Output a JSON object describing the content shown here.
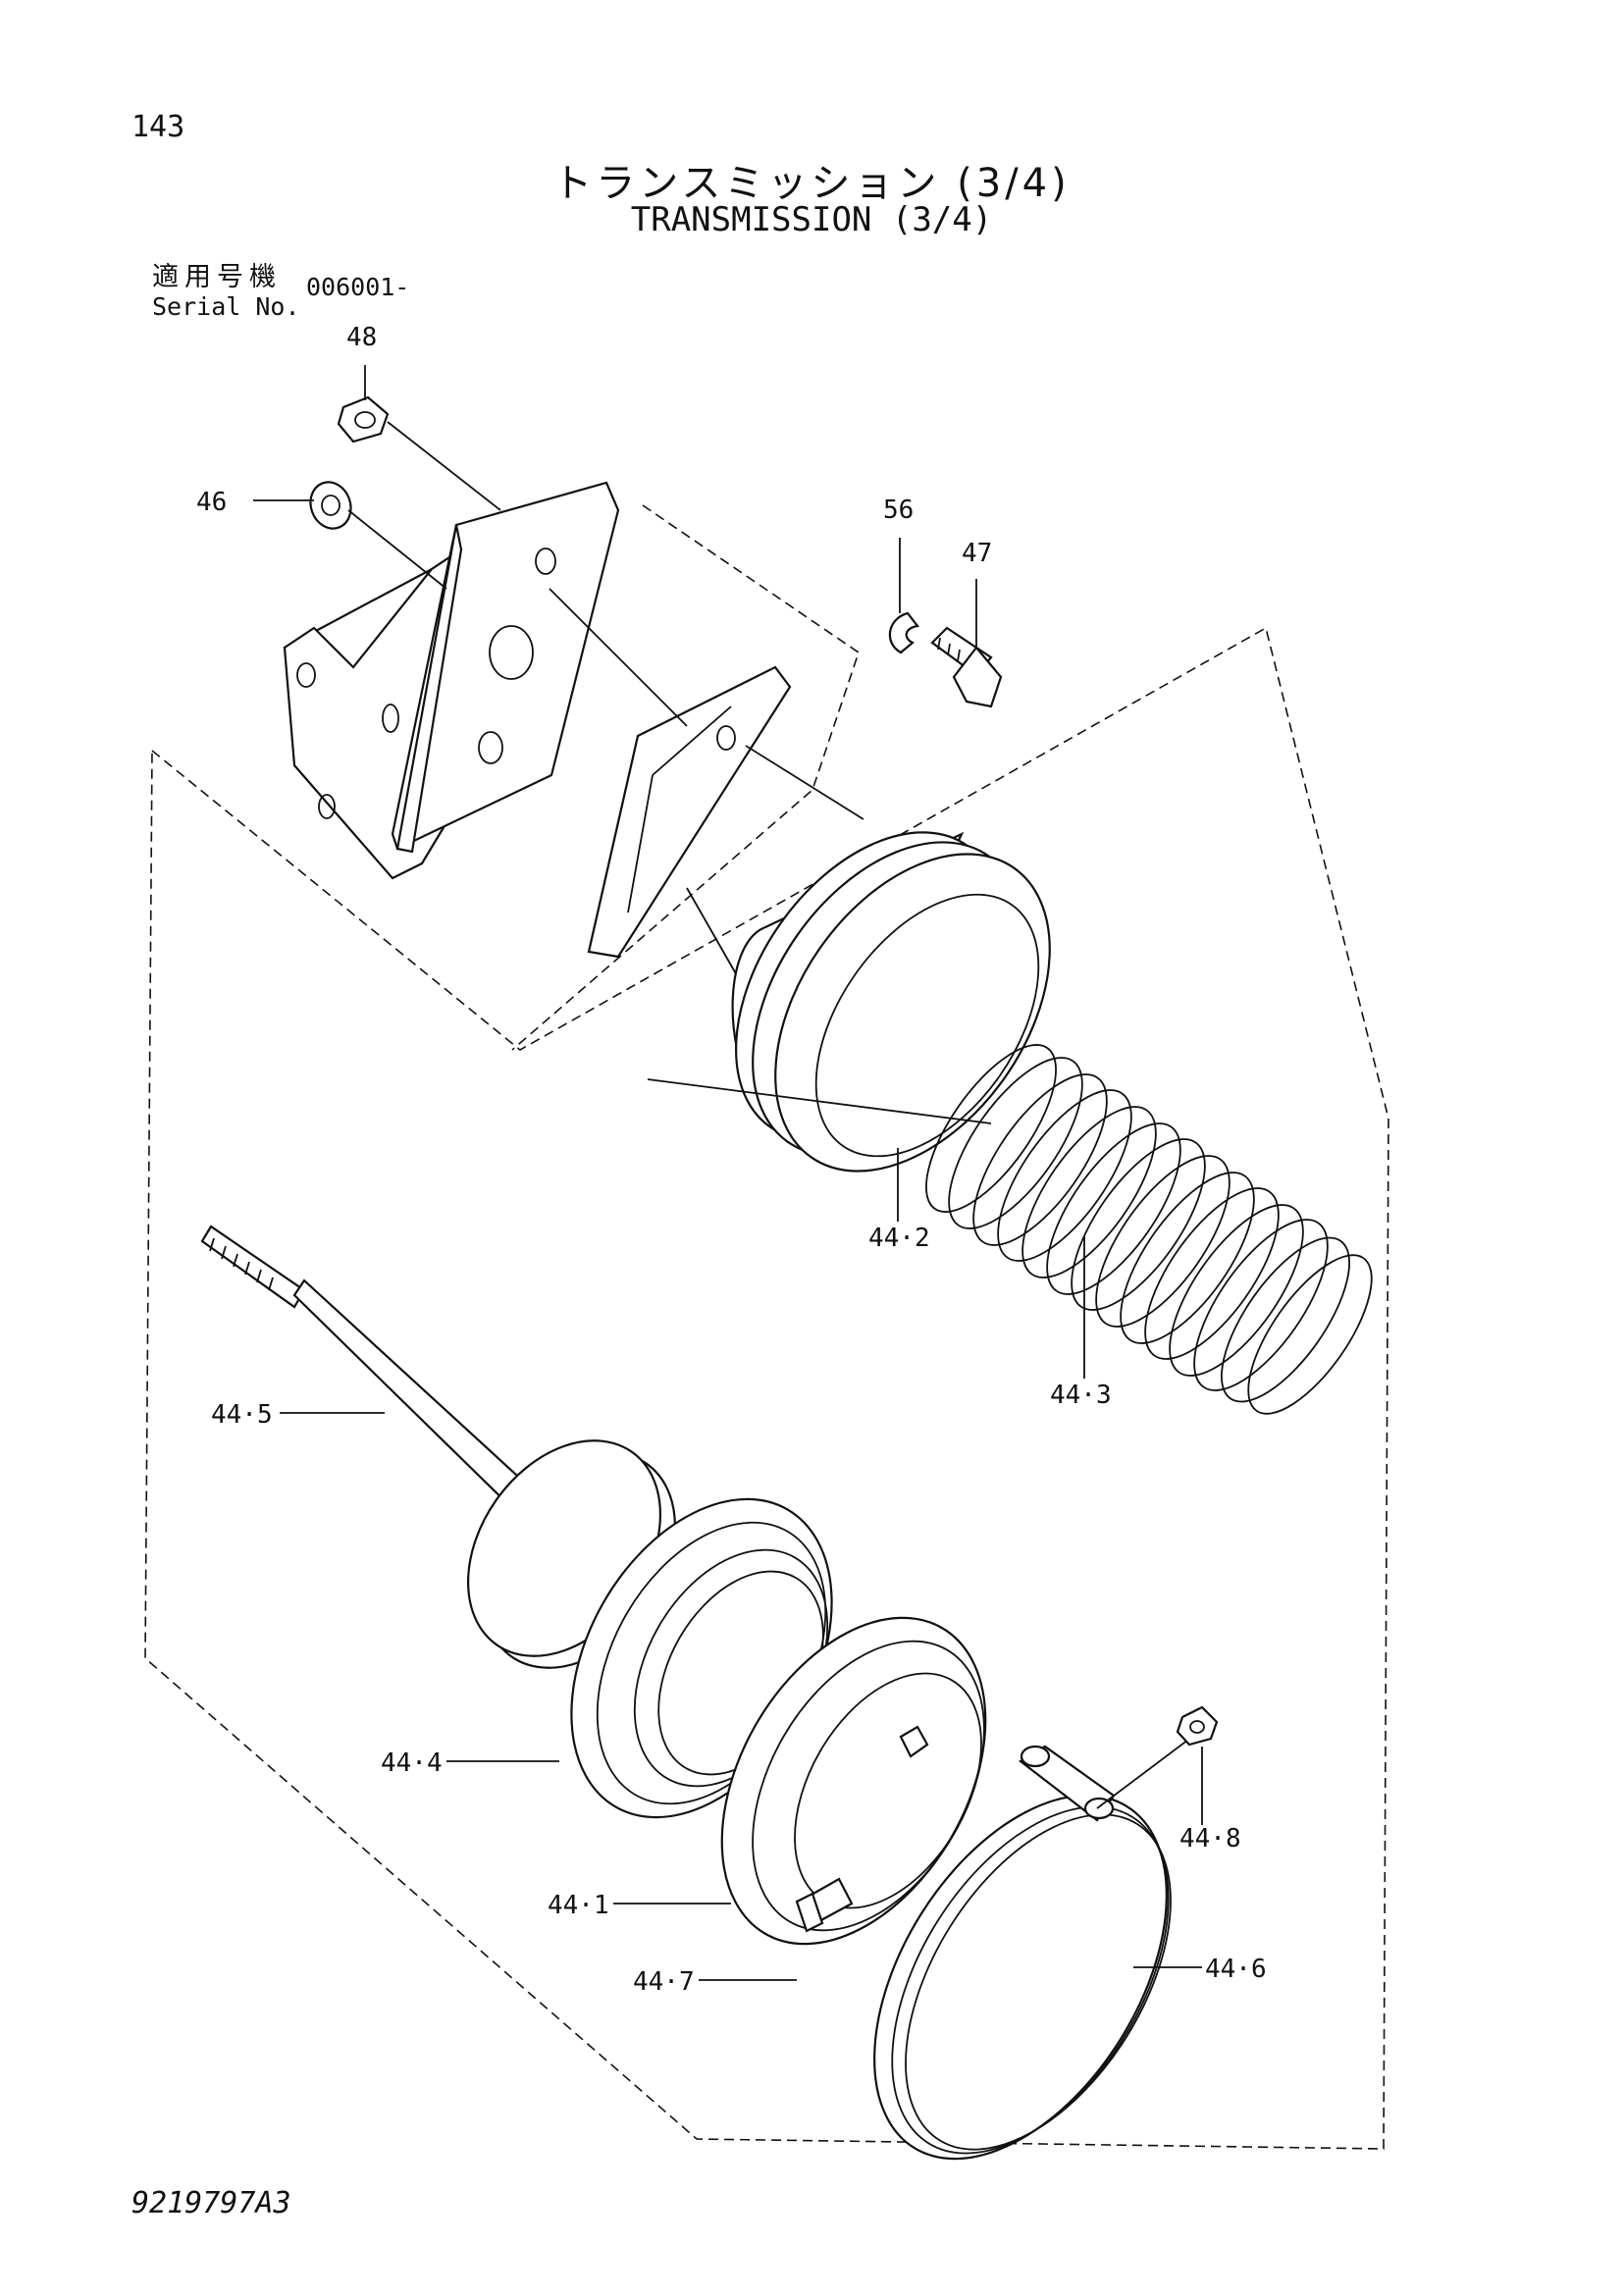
{
  "page_number": "143",
  "title_ja": "トランスミッション (3/4)",
  "title_en": "TRANSMISSION (3/4)",
  "serial": {
    "label_ja": "適用号機",
    "label_en": "Serial No.",
    "value": "006001-"
  },
  "callouts": {
    "p48": "48",
    "p46": "46",
    "p56": "56",
    "p47": "47",
    "p44_2": "44·2",
    "p44_3": "44·3",
    "p44_5": "44·5",
    "p44_4": "44·4",
    "p44_1": "44·1",
    "p44_7": "44·7",
    "p44_8": "44·8",
    "p44_6": "44·6"
  },
  "document_number": "9219797A3"
}
